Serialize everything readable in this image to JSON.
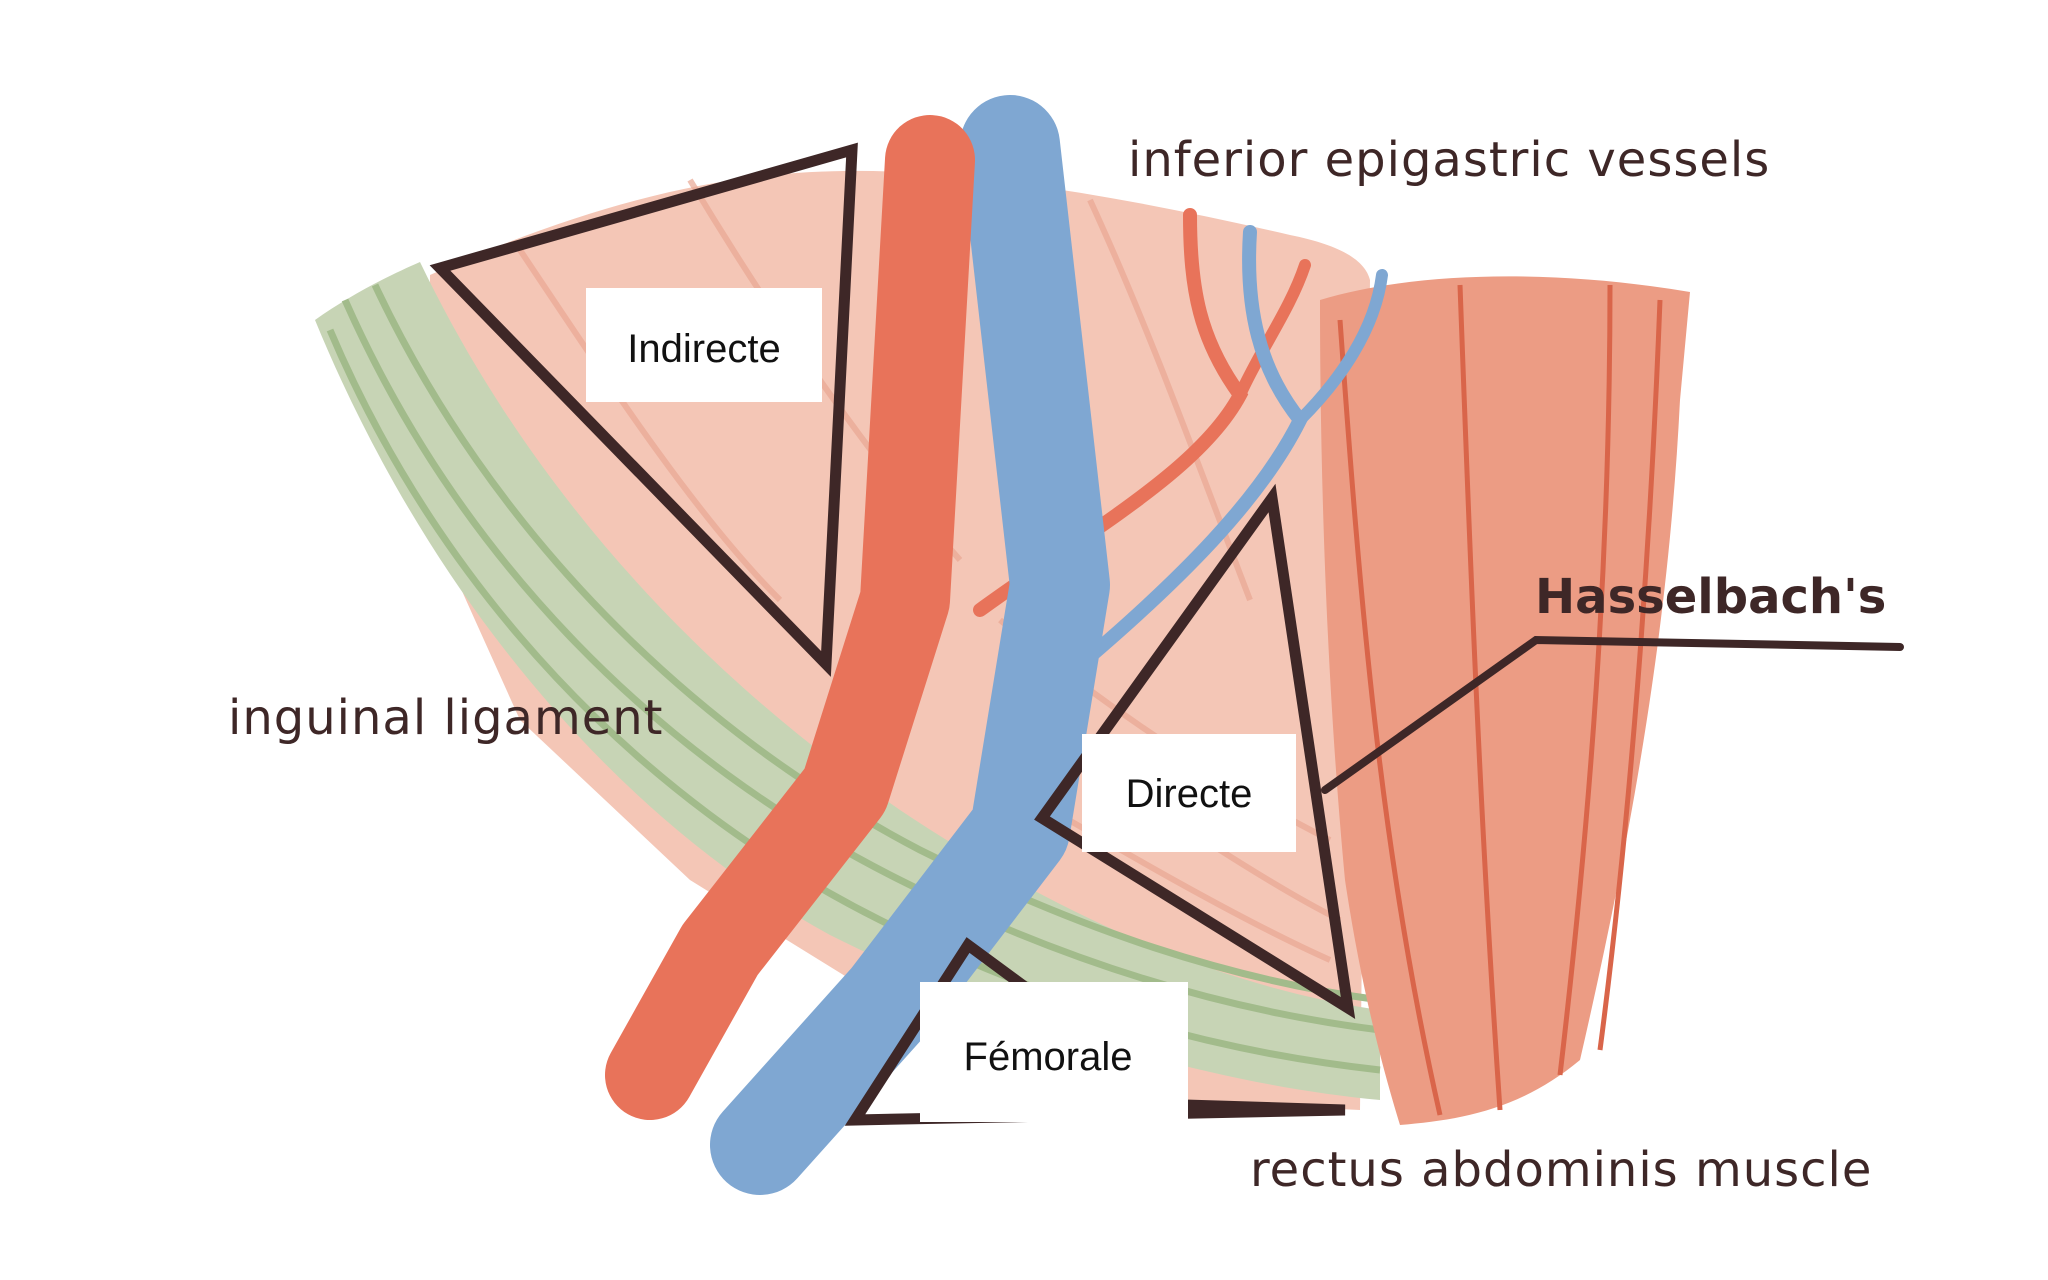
{
  "labels": {
    "inferior_epigastric_vessels": "inferior epigastric vessels",
    "inguinal_ligament": "inguinal ligament",
    "hasselbach": "Hasselbach's",
    "rectus_abdominis_muscle": "rectus abdominis muscle"
  },
  "hernia_regions": {
    "indirect": "Indirecte",
    "direct": "Directe",
    "femoral": "Fémorale"
  },
  "colors": {
    "artery": "#e8735a",
    "vein": "#7fa7d2",
    "ligament": "#c5d2b3",
    "ligament_line": "#a3bb8c",
    "wall_tissue": "#f3c2b2",
    "muscle": "#ec9c84",
    "muscle_line": "#d9654a",
    "outline": "#3e2727"
  }
}
